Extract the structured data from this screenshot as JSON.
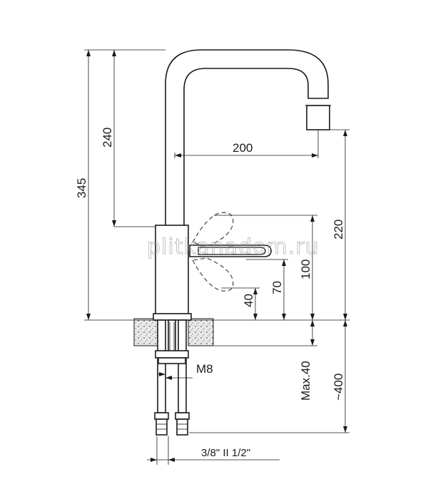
{
  "dimensions": {
    "total_height": "345",
    "spout_height": "240",
    "spout_reach": "200",
    "spout_clearance": "220",
    "lever_height_100": "100",
    "lever_height_70": "70",
    "lever_height_40": "40",
    "thread": "M8",
    "max_countertop": "Max.40",
    "hose_length": "~400",
    "connection": "3/8\" II 1/2\""
  },
  "watermark": "plitkanadom.ru"
}
